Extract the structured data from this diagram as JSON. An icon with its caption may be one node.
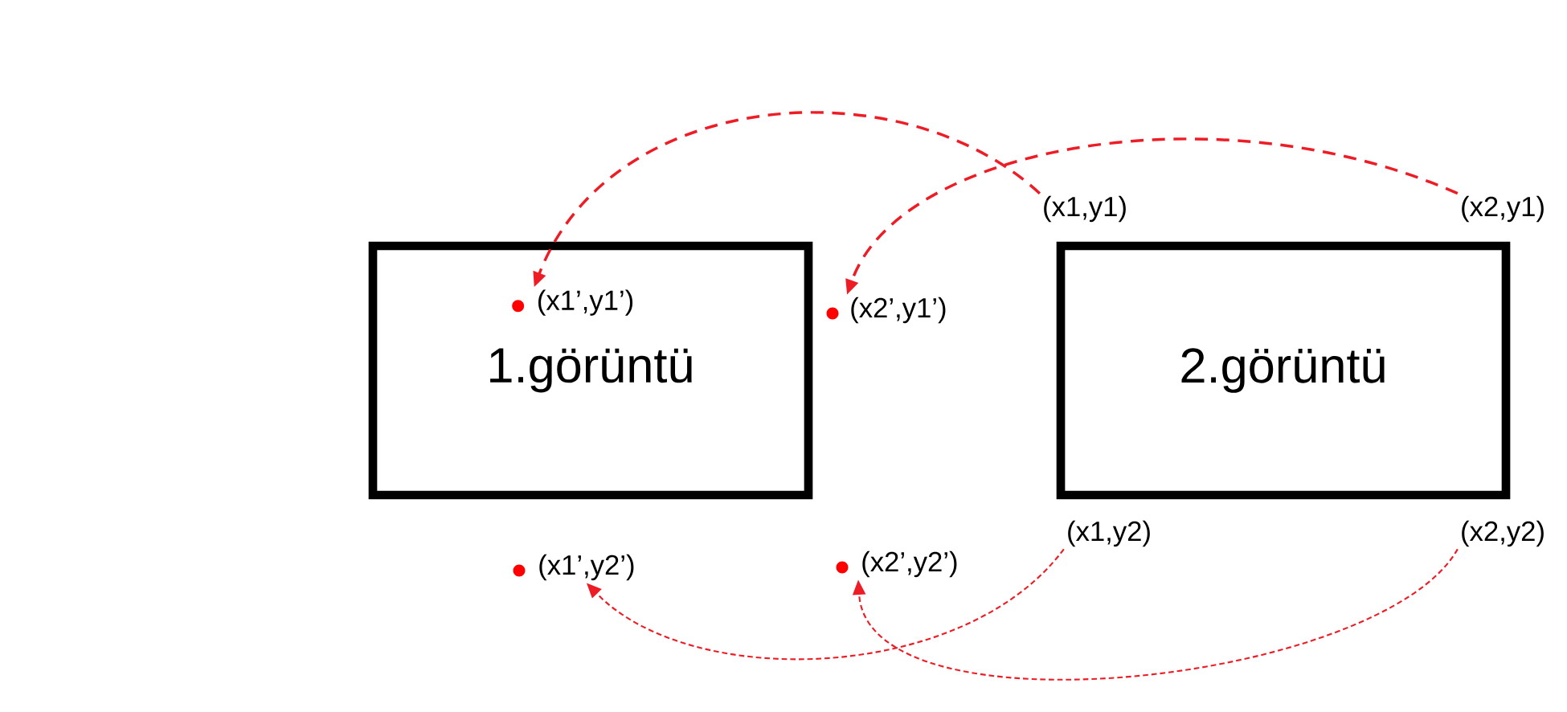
{
  "diagram": {
    "nodes": [
      {
        "text": [
          "1.görüntü"
        ]
      },
      {
        "text": [
          "2.görüntü"
        ]
      },
      {
        "text": [
          "(x1’,y1’)"
        ],
        "in": 0
      },
      {
        "text": [
          "(x2’,y1’)"
        ]
      },
      {
        "text": [
          "(x1’,y2’)"
        ]
      },
      {
        "text": [
          "(x2’,y2’)"
        ]
      },
      {
        "text": [
          "(x1,y1)"
        ]
      },
      {
        "text": [
          "(x2,y1)"
        ]
      },
      {
        "text": [
          "(x1,y2)"
        ]
      },
      {
        "text": [
          "(x2,y2)"
        ]
      }
    ],
    "edges": [
      {
        "from": 6,
        "to": 2,
        "arrow": "to",
        "style": "dashed",
        "color": "#ee1c25"
      },
      {
        "from": 7,
        "to": 3,
        "arrow": "to",
        "style": "dashed",
        "color": "#ee1c25"
      },
      {
        "from": 8,
        "to": 4,
        "arrow": "to",
        "style": "dashed",
        "color": "#ee1c25"
      },
      {
        "from": 9,
        "to": 5,
        "arrow": "to",
        "style": "dashed",
        "color": "#ee1c25"
      }
    ]
  }
}
